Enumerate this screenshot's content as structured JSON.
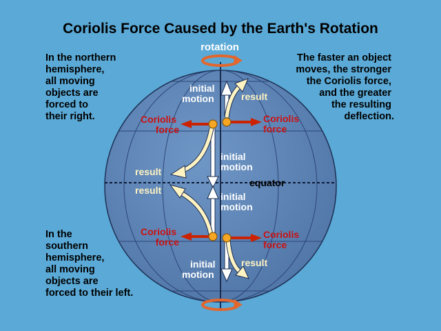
{
  "title": "Coriolis Force Caused by the Earth's Rotation",
  "rotation_label": "rotation",
  "notes": {
    "north": [
      "In the northern",
      "hemisphere,",
      "all moving",
      "objects are",
      "forced to",
      "their right."
    ],
    "speed": [
      "The faster an object",
      "moves, the stronger",
      "the Coriolis force,",
      "and the greater",
      "the resulting",
      "deflection."
    ],
    "south": [
      "In the",
      "southern",
      "hemisphere,",
      "all moving",
      "objects are",
      "forced to their left."
    ]
  },
  "labels": {
    "initial": "initial",
    "motion": "motion",
    "result": "result",
    "coriolis": "Coriolis",
    "force": "force",
    "equator": "equator"
  },
  "colors": {
    "background": "#5aa9d6",
    "globe": "#5b82b4",
    "coriolis_arrow": "#cc2200",
    "motion_arrow": "#ffffff",
    "result_arrow": "#fff3c2",
    "object_dot": "#f5a623"
  }
}
